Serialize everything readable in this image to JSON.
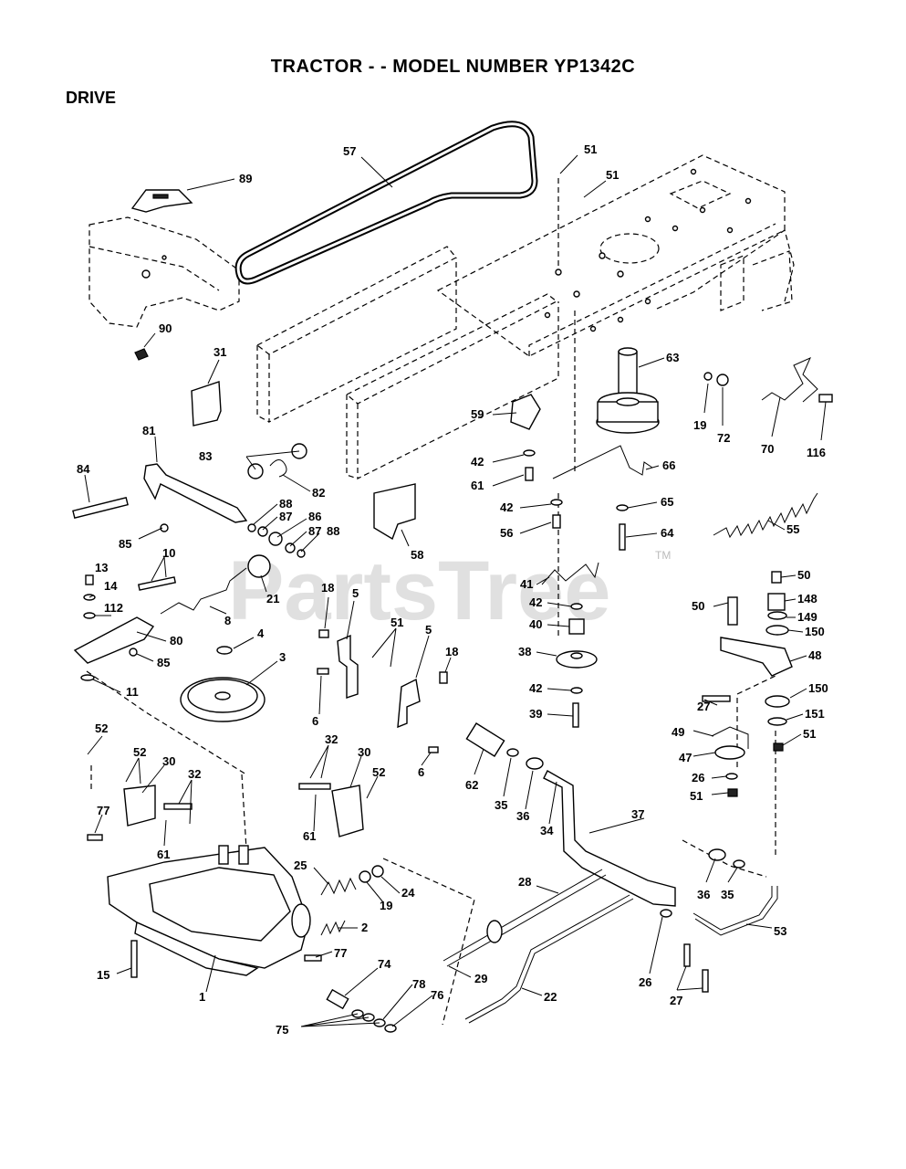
{
  "header": {
    "title": "TRACTOR - - MODEL NUMBER YP1342C",
    "section": "DRIVE"
  },
  "watermark": {
    "text": "PartsTree",
    "tm": "TM"
  },
  "callouts": {
    "c57": "57",
    "c89": "89",
    "c51a": "51",
    "c51b": "51",
    "c90": "90",
    "c31": "31",
    "c63": "63",
    "c19a": "19",
    "c72": "72",
    "c70": "70",
    "c116": "116",
    "c81": "81",
    "c83": "83",
    "c82": "82",
    "c84": "84",
    "c88a": "88",
    "c87a": "87",
    "c86": "86",
    "c87b": "87",
    "c88b": "88",
    "c85a": "85",
    "c10": "10",
    "c21": "21",
    "c58": "58",
    "c59": "59",
    "c42a": "42",
    "c61a": "61",
    "c66": "66",
    "c42b": "42",
    "c65": "65",
    "c56": "56",
    "c64": "64",
    "c55": "55",
    "c13": "13",
    "c14": "14",
    "c112": "112",
    "c80": "80",
    "c85b": "85",
    "c11": "11",
    "c8": "8",
    "c18a": "18",
    "c5a": "5",
    "c51c": "51",
    "c5b": "5",
    "c18b": "18",
    "c4": "4",
    "c3": "3",
    "c6a": "6",
    "c6b": "6",
    "c41": "41",
    "c42c": "42",
    "c40": "40",
    "c38": "38",
    "c42d": "42",
    "c39": "39",
    "c50a": "50",
    "c50b": "50",
    "c148": "148",
    "c149": "149",
    "c150a": "150",
    "c48": "48",
    "c27a": "27",
    "c150b": "150",
    "c151": "151",
    "c51d": "51",
    "c49": "49",
    "c47": "47",
    "c26a": "26",
    "c51e": "51",
    "c52a": "52",
    "c52b": "52",
    "c30a": "30",
    "c32a": "32",
    "c77a": "77",
    "c61b": "61",
    "c32b": "32",
    "c30b": "30",
    "c52c": "52",
    "c61c": "61",
    "c62": "62",
    "c35a": "35",
    "c36a": "36",
    "c34": "34",
    "c37": "37",
    "c25": "25",
    "c19b": "19",
    "c24": "24",
    "c2": "2",
    "c28": "28",
    "c15": "15",
    "c1": "1",
    "c77b": "77",
    "c74": "74",
    "c29": "29",
    "c22": "22",
    "c78": "78",
    "c76": "76",
    "c75": "75",
    "c36b": "36",
    "c35b": "35",
    "c53": "53",
    "c26b": "26",
    "c27b": "27"
  }
}
